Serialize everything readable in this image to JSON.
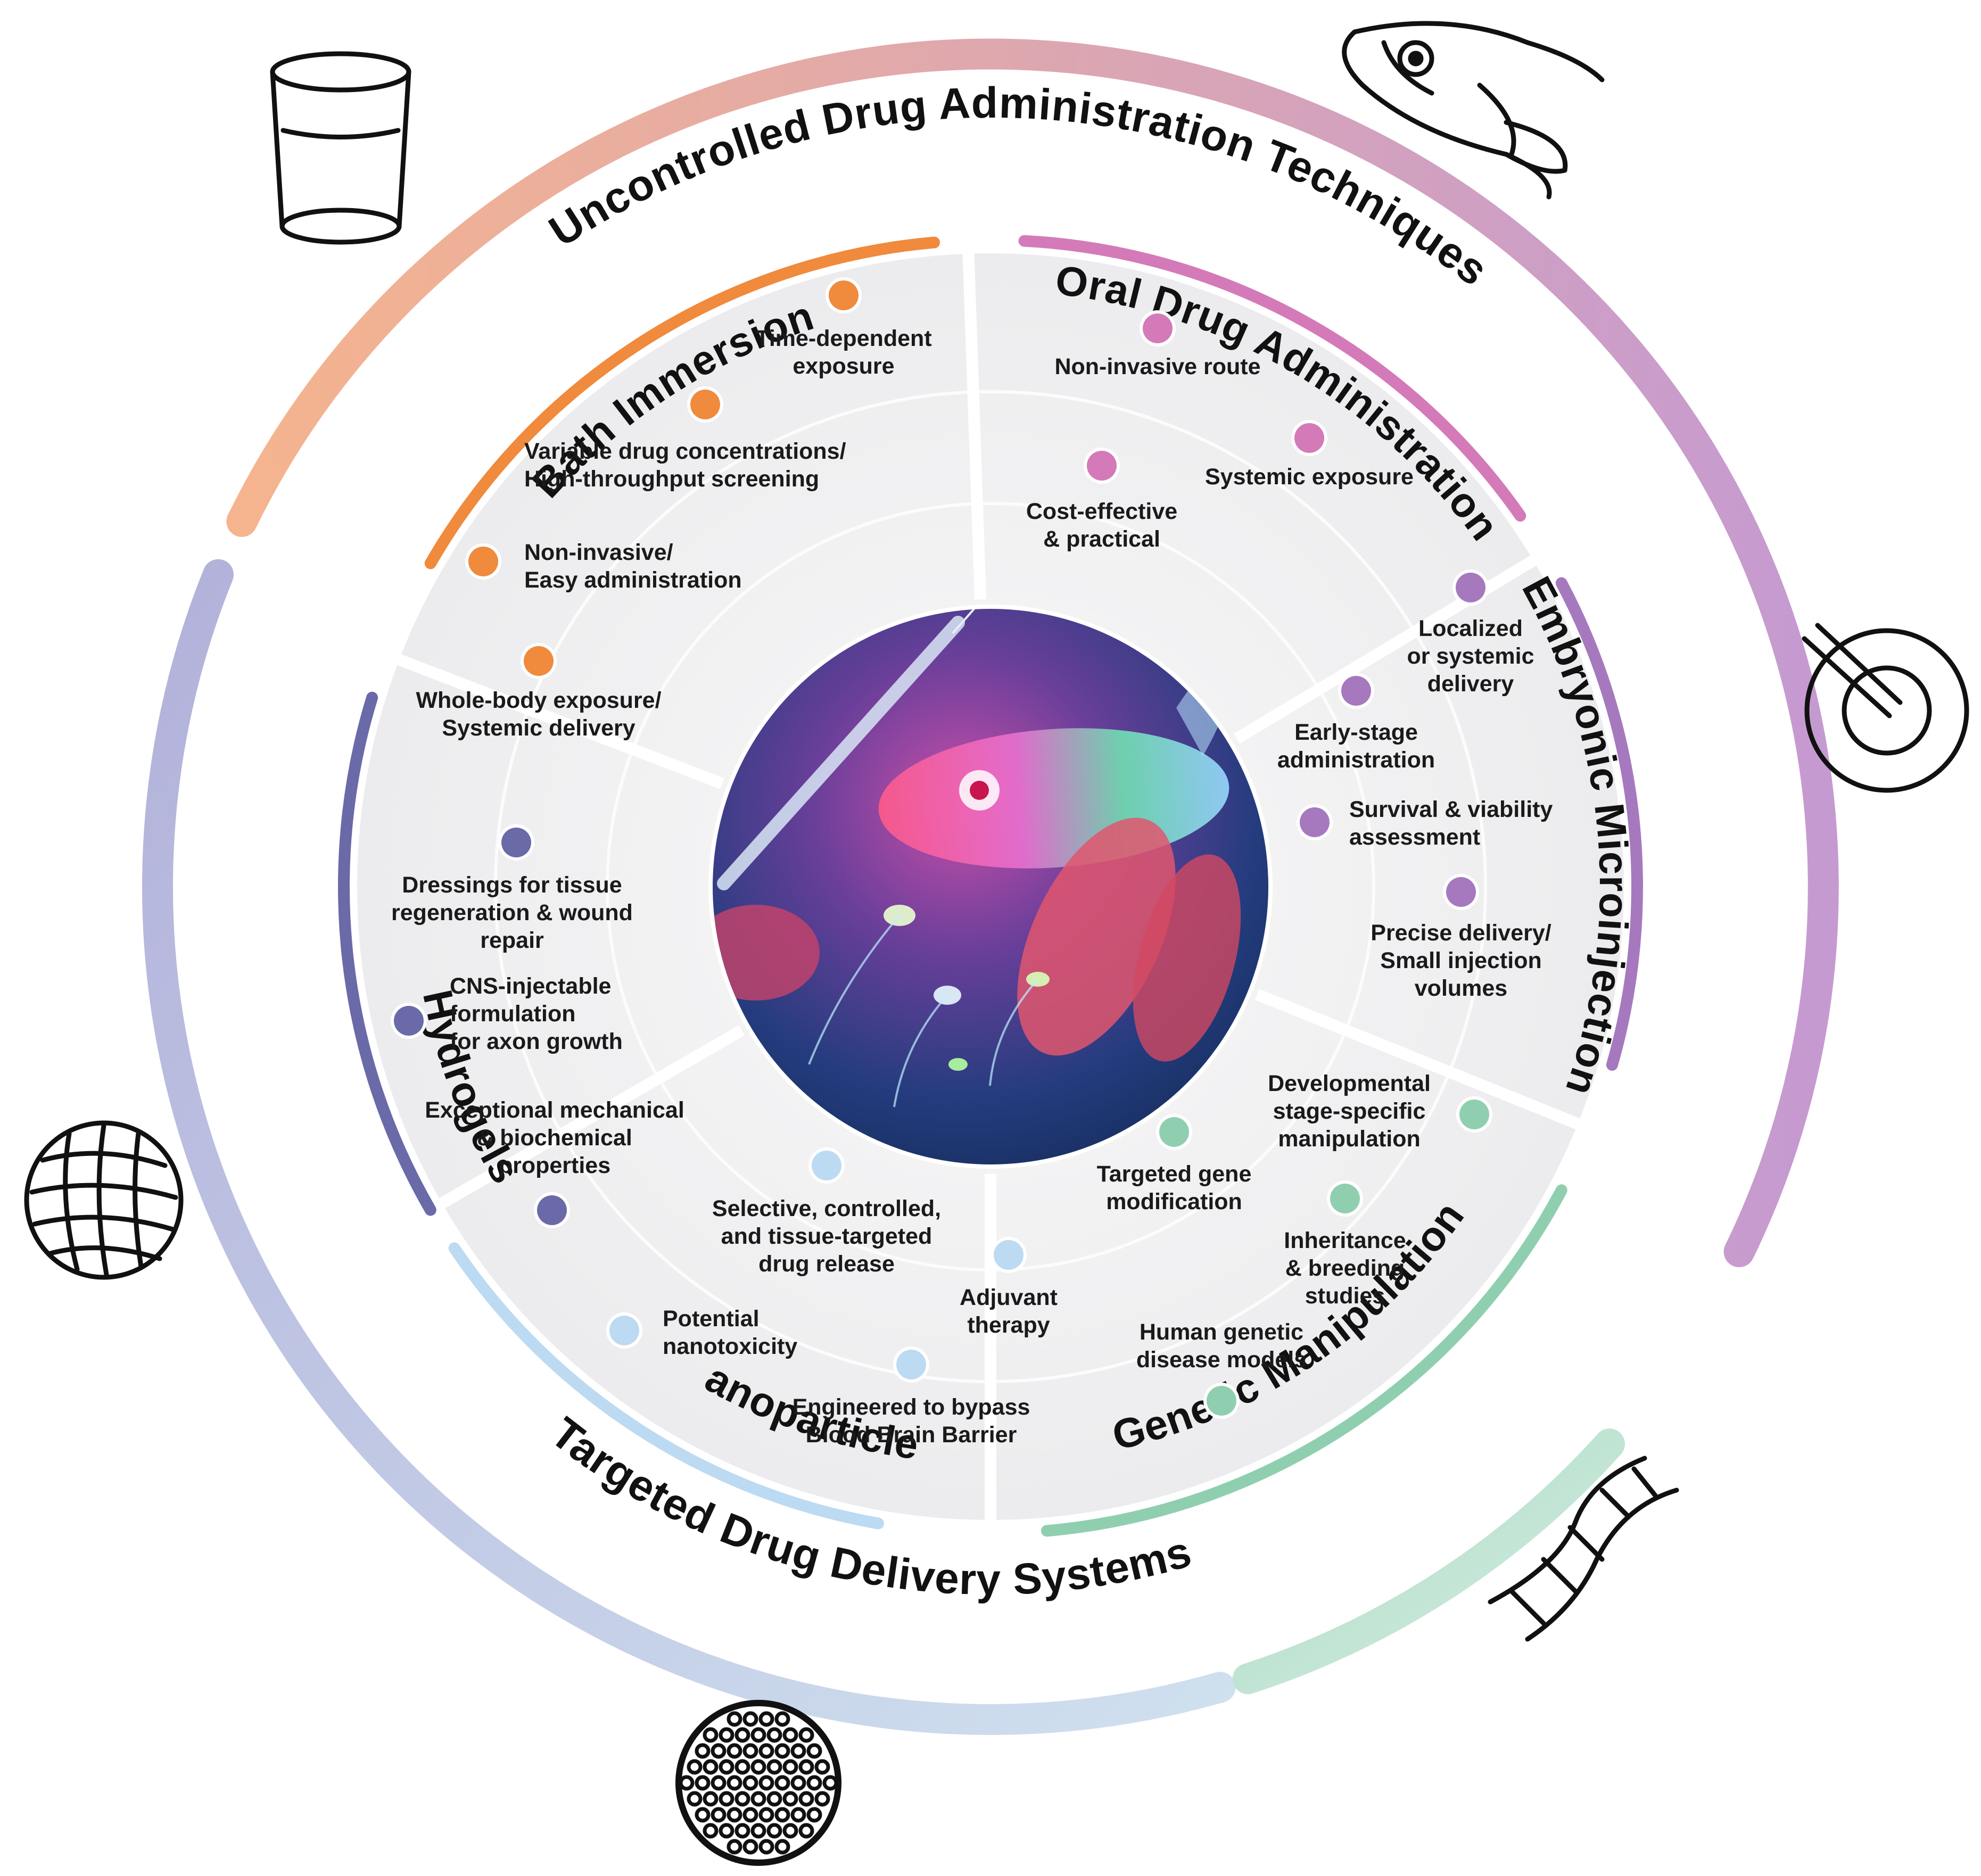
{
  "outer_rings": [
    {
      "id": "uncontrolled",
      "label": "Uncontrolled Drug Administration Techniques",
      "color_start": "#f5b48e",
      "color_end": "#c59ad1"
    },
    {
      "id": "targeted",
      "label": "Targeted Drug Delivery Systems",
      "color_start": "#b2b1da",
      "color_end": "#cfe0ef"
    },
    {
      "id": "genetic_ring",
      "label": "",
      "color_start": "#a9dcc3",
      "color_end": "#cfe9df"
    }
  ],
  "sectors": [
    {
      "id": "bath",
      "title": "Bath Immersion",
      "color": "#f08a3c",
      "items": [
        {
          "label": [
            "Time-dependent",
            "exposure"
          ]
        },
        {
          "label": [
            "Variable drug concentrations/",
            "High-throughput screening"
          ]
        },
        {
          "label": [
            "Non-invasive/",
            "Easy administration"
          ]
        },
        {
          "label": [
            "Whole-body exposure/",
            "Systemic delivery"
          ]
        }
      ]
    },
    {
      "id": "oral",
      "title": "Oral Drug Administration",
      "color": "#d47ab8",
      "items": [
        {
          "label": [
            "Non-invasive route"
          ]
        },
        {
          "label": [
            "Systemic exposure"
          ]
        },
        {
          "label": [
            "Cost-effective",
            "& practical"
          ]
        }
      ]
    },
    {
      "id": "embryonic",
      "title": "Embryonic Microinjection",
      "color": "#a679bf",
      "items": [
        {
          "label": [
            "Localized",
            "or systemic",
            "delivery"
          ]
        },
        {
          "label": [
            "Early-stage",
            "administration"
          ]
        },
        {
          "label": [
            "Survival & viability",
            "assessment"
          ]
        },
        {
          "label": [
            "Precise delivery/",
            "Small injection",
            "volumes"
          ]
        }
      ]
    },
    {
      "id": "genetic",
      "title": "Genetic Manipulation",
      "color": "#8fcfb0",
      "items": [
        {
          "label": [
            "Developmental",
            "stage-specific",
            "manipulation"
          ]
        },
        {
          "label": [
            "Targeted gene",
            "modification"
          ]
        },
        {
          "label": [
            "Inheritance",
            "& breeding",
            "studies"
          ]
        },
        {
          "label": [
            "Human genetic",
            "disease models"
          ]
        }
      ]
    },
    {
      "id": "nano",
      "title": "Nanoparticles",
      "color": "#bcdaf2",
      "items": [
        {
          "label": [
            "Selective, controlled,",
            "and tissue-targeted",
            "drug release"
          ]
        },
        {
          "label": [
            "Adjuvant",
            "therapy"
          ]
        },
        {
          "label": [
            "Potential",
            "nanotoxicity"
          ]
        },
        {
          "label": [
            "Engineered to bypass",
            "Blood Brain Barrier"
          ]
        }
      ]
    },
    {
      "id": "hydrogels",
      "title": "Hydrogels",
      "color": "#6a6aa8",
      "items": [
        {
          "label": [
            "Dressings for tissue",
            "regeneration & wound",
            "repair"
          ]
        },
        {
          "label": [
            "CNS-injectable",
            "formulation",
            "for axon growth"
          ]
        },
        {
          "label": [
            "Exceptional mechanical",
            "& biochemical",
            "properties"
          ]
        }
      ]
    }
  ],
  "icons": [
    "beaker-icon",
    "fish-icon",
    "petri-dish-icon",
    "dna-icon",
    "nanoparticle-cluster-icon",
    "hydrogel-mesh-icon"
  ],
  "center_photo": "zebrafish-injection-photo"
}
